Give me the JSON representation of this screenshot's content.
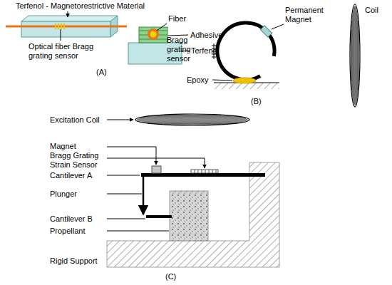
{
  "diagram": {
    "labels": [
      "Terfenol - Magnetorestrictive Material",
      "Fiber",
      "Adhesive",
      "Optical fiber Bragg grating sensor",
      "Terfenol",
      "(A)",
      "Permanent Magnet",
      "Coil",
      "Bragg grating sensor",
      "Epoxy",
      "(B)",
      "Excitation Coil",
      "Magnet",
      "Bragg Grating Strain Sensor",
      "Cantilever A",
      "Plunger",
      "Cantilever B",
      "Propellant",
      "Rigid Support",
      "(C)"
    ]
  }
}
